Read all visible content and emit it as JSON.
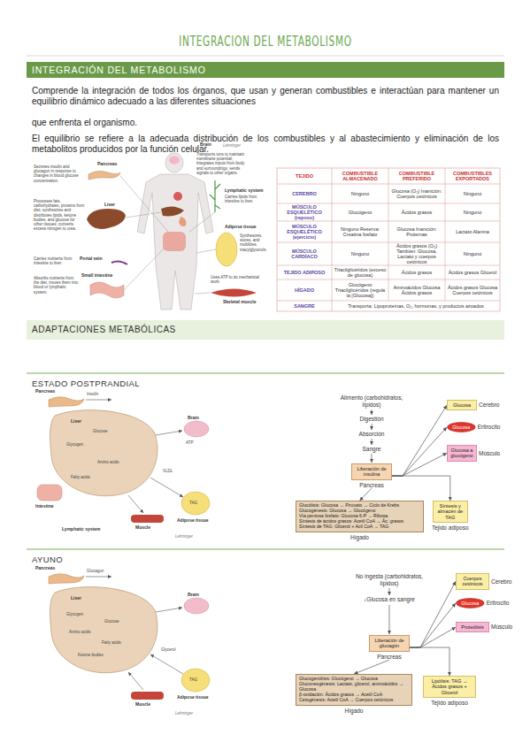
{
  "diagram": {
    "title": "INTEGRACION DEL METABOLISMO",
    "nodes": [
      {
        "text": [
          "INTEGRACIÓN DEL METABOLISMO"
        ]
      },
      {
        "text": [
          "ADAPTACIONES METABÓLICAS"
        ]
      },
      {
        "text": [
          "Liberación de insulina",
          "Páncreas"
        ]
      },
      {
        "text": [
          "Glucosa",
          "Cerebro"
        ]
      },
      {
        "text": [
          "Glucosa",
          "Eritrocito"
        ]
      },
      {
        "text": [
          "Glucosa a glucógeno",
          "Músculo"
        ]
      },
      {
        "text": [
          "Glucólisis: Glucosa → Piruvato → Ciclo de Krebs",
          "Glucogénesis: Glucosa → Glucógeno",
          "Vía pentosa fosfato: Glucosa 6-P → Ribosa",
          "Síntesis de ácidos grasos: Acetil CoA → Ác. grasos",
          "Síntesis de TAG: Glicerol + Acil CoA → TAG",
          "Hígado"
        ]
      },
      {
        "text": [
          "Síntesis y almacén de TAG",
          "Tejido adiposo"
        ]
      },
      {
        "text": [
          "Liberación de glucagón",
          "Páncreas"
        ]
      },
      {
        "text": [
          "Cuerpos cetónicos",
          "Cerebro"
        ]
      },
      {
        "text": [
          "Glucosa",
          "Eritrocito"
        ]
      },
      {
        "text": [
          "Proteólisis",
          "Músculo"
        ]
      },
      {
        "text": [
          "Glucogenólisis: Glucógeno → Glucosa",
          "Gluconeogénesis: Lactato, glicerol, aminoácidos → Glucosa",
          "β-oxidación: Ácidos grasos → Acetil CoA",
          "Cetogénesis: Acetil CoA → Cuerpos cetónicos",
          "Hígado"
        ]
      },
      {
        "text": [
          "Lipólisis: TAG → Ácidos grasos + Glicerol",
          "Tejido adiposo"
        ]
      }
    ],
    "edges": [
      {
        "from": 2,
        "to": 3,
        "arrow": "to"
      },
      {
        "from": 2,
        "to": 4,
        "arrow": "to"
      },
      {
        "from": 2,
        "to": 5,
        "arrow": "to"
      },
      {
        "from": 2,
        "to": 6,
        "arrow": "to"
      },
      {
        "from": 2,
        "to": 7,
        "arrow": "to"
      },
      {
        "from": 8,
        "to": 9,
        "arrow": "to"
      },
      {
        "from": 8,
        "to": 10,
        "arrow": "to"
      },
      {
        "from": 8,
        "to": 11,
        "arrow": "to"
      },
      {
        "from": 8,
        "to": 12,
        "arrow": "to"
      },
      {
        "from": 8,
        "to": 13,
        "arrow": "to"
      }
    ],
    "labels": [
      "Comprende la integración de todos los órganos, que usan y generan combustibles e interactúan para mantener un equilibrio dinámico adecuado a las diferentes situaciones",
      "que enfrenta el organismo.",
      "El equilibrio se refiere a la adecuada distribución de los combustibles y al abastecimiento y eliminación de los metabolitos producidos por la función celular.",
      "Brain",
      "Lehninger",
      "Pancreas",
      "Secretes insulin and glucagon in response to changes in blood glucose concentration.",
      "Transports ions to maintain membrane potential; integrates inputs from body and surroundings; sends signals to other organs.",
      "Liver",
      "Processes fats, carbohydrates, proteins from diet; synthesizes and distributes lipids, ketone bodies, and glucose for other tissues; converts excess nitrogen to urea.",
      "Lymphatic system",
      "Carries lipids from intestine to liver.",
      "Adipose tissue",
      "Synthesizes, stores, and mobilizes triacylglycerols.",
      "Portal vein",
      "Carries nutrients from intestine to liver.",
      "Small intestine",
      "Absorbs nutrients from the diet, moves them into blood or lymphatic system.",
      "Uses ATP to do mechanical work.",
      "Skeletal muscle",
      "TEJIDO",
      "COMBUSTIBLE ALMACENADO",
      "COMBUSTIBLE PREFERIDO",
      "COMBUSTIBLES EXPORTADOS",
      "CEREBRO",
      "Ninguno",
      "Glucosa (O₂) Inanición: Cuerpos cetónicos",
      "Ninguno",
      "MÚSCULO ESQUELÉTICO (reposo)",
      "Glucógeno",
      "Ácidos grasos",
      "Ninguno",
      "MÚSCULO ESQUELÉTICO (ejercicio)",
      "Ninguno Reserva: Creatina fosfato",
      "Glucosa Inanición: Proteínas",
      "Lactato Alanina",
      "MÚSCULO CARDÍACO",
      "Ninguno",
      "Ácidos grasos (O₂) También: Glucosa, Lactato y cuerpos cetónicos",
      "Ninguno",
      "TEJIDO ADIPOSO",
      "Triacilglicéridos (exceso de glucosa)",
      "Ácidos grasos",
      "Ácidos grasos Glicerol",
      "HÍGADO",
      "Glucógeno Triacilglicéridos (regula la [Glucosa])",
      "Aminoácidos Glucosa Ácidos grasos",
      "Ácidos grasos Glucosa Cuerpos cetónicos",
      "SANGRE",
      "Transporta: Lipoproteínas, O₂, hormonas, y productos azoados",
      "ESTADO POSTPRANDIAL",
      "Pancreas",
      "Insulin",
      "Liver",
      "Glucose",
      "Glycogen",
      "Amino acids",
      "Fatty acids",
      "Brain",
      "ATP",
      "VLDL",
      "TAG",
      "Adipose tissue",
      "Muscle",
      "Intestine",
      "Lymphatic system",
      "Lehninger",
      "Alimento (carbohidratos, lípidos)",
      "Digestión",
      "Absorción",
      "Sangre",
      "AYUNO",
      "Pancreas",
      "Glucagon",
      "Liver",
      "Glycogen",
      "Glucose",
      "Amino acids",
      "Fatty acids",
      "Ketone bodies",
      "Brain",
      "Glycerol",
      "TAG",
      "Adipose tissue",
      "Muscle",
      "Lehninger",
      "No ingesta (carbohidratos, lípidos)",
      "↓Glucosa en sangre"
    ]
  }
}
